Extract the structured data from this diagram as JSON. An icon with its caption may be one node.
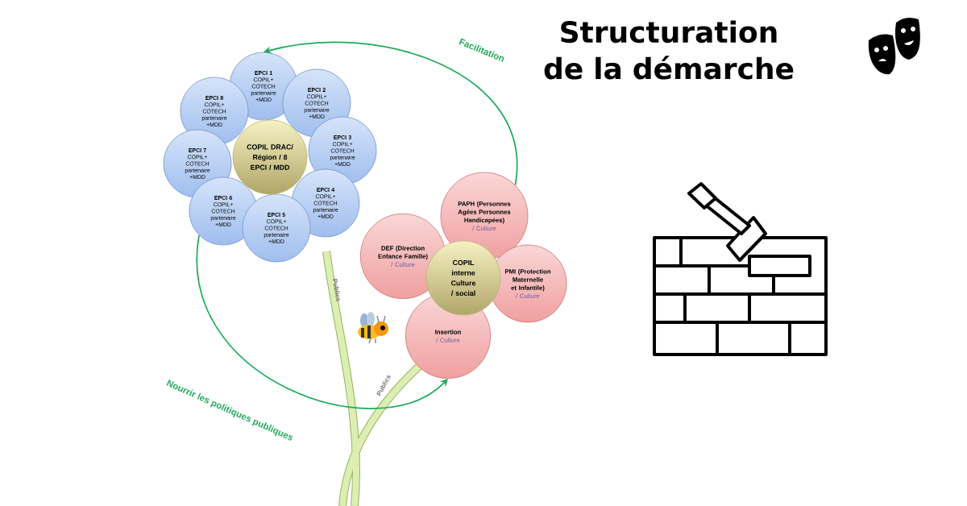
{
  "diagram": {
    "title": "Structuration de la démarche",
    "nodes": [
      {
        "text": [
          "COPIL DRAC/ Région / 8 EPCI / MDD"
        ]
      },
      {
        "text": [
          "EPCI 1",
          "COPIL+ COTECH partenaire +MDD"
        ]
      },
      {
        "text": [
          "EPCI 2",
          "COPIL+ COTECH partenaire +MDD"
        ]
      },
      {
        "text": [
          "EPCI 3",
          "COPIL+ COTECH partenaire +MDD"
        ]
      },
      {
        "text": [
          "EPCI 4",
          "COPIL+ COTECH partenaire +MDD"
        ]
      },
      {
        "text": [
          "EPCI 5",
          "COPIL+ COTECH partenaire +MDD"
        ]
      },
      {
        "text": [
          "EPCI 6",
          "COPIL+ COTECH partenaire +MDD"
        ]
      },
      {
        "text": [
          "EPCI 7",
          "COPIL+ COTECH partenaire +MDD"
        ]
      },
      {
        "text": [
          "EPCI 8",
          "COPIL+ COTECH partenaire +MDD"
        ]
      },
      {
        "text": [
          "COPIL interne Culture / social"
        ]
      },
      {
        "text": [
          "PAPH (Personnes Agées Personnes Handicapées)",
          "/ Culture"
        ]
      },
      {
        "text": [
          "DEF (Direction Enfance Famille)",
          "/ Culture"
        ]
      },
      {
        "text": [
          "PMI (Protection Maternelle et Infantile)",
          "/ Culture"
        ]
      },
      {
        "text": [
          "Insertion",
          "/ Culture"
        ]
      }
    ],
    "edges": [
      {
        "from": 10,
        "to": 1,
        "arrow": "to",
        "label": "Facilitation"
      },
      {
        "from": 6,
        "to": 13,
        "arrow": "to",
        "label": "Nourrir les politiques publiques"
      }
    ],
    "labels": [
      "Publics",
      "Publics"
    ]
  }
}
